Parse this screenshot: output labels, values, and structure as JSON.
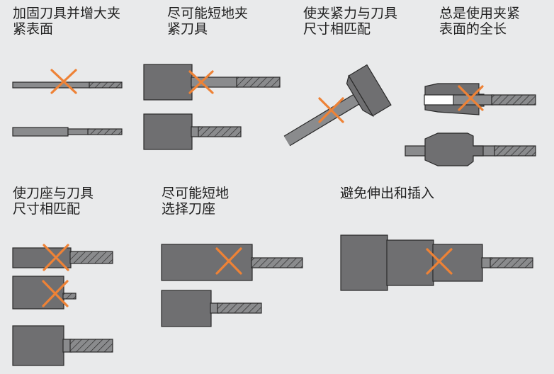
{
  "colors": {
    "background": "#e9eaeb",
    "holder": "#6f6f71",
    "tool": "#8a8b8d",
    "outline": "#2a2a2a",
    "cross": "#ee8236",
    "text": "#1f1f1f"
  },
  "rules": [
    {
      "line1": "加固刀具并增大夹",
      "line2": "紧表面"
    },
    {
      "line1": "尽可能短地夹",
      "line2": "紧刀具"
    },
    {
      "line1": "使夹紧力与刀具",
      "line2": "尺寸相匹配"
    },
    {
      "line1": "总是使用夹紧",
      "line2": "表面的全长"
    },
    {
      "line1": "使刀座与刀具",
      "line2": "尺寸相匹配"
    },
    {
      "line1": "尽可能短地",
      "line2": "选择刀座"
    },
    {
      "line1": "避免伸出和插入",
      "line2": ""
    }
  ]
}
